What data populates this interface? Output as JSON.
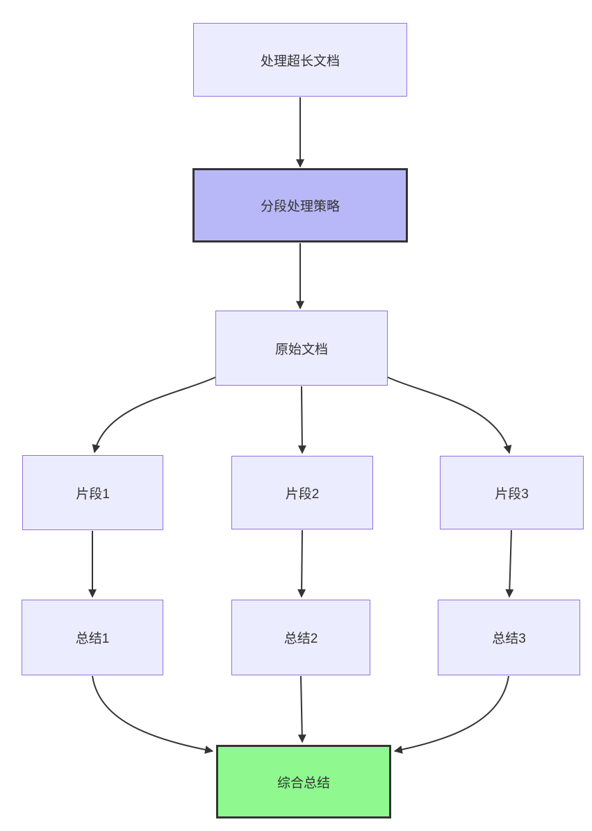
{
  "diagram": {
    "type": "flowchart",
    "direction": "top-down",
    "background": "#ffffff",
    "edge_color": "#333333",
    "colors": {
      "node_fill": "#ECECFF",
      "node_border": "#9370DB",
      "highlight_fill": "#B8B8F8",
      "highlight_border": "#333333",
      "final_fill": "#8FF88F",
      "final_border": "#333333",
      "text": "#333333"
    },
    "nodes": [
      {
        "id": "process-long-doc",
        "label": "处理超长文档",
        "style": "default"
      },
      {
        "id": "segment-strategy",
        "label": "分段处理策略",
        "style": "highlight"
      },
      {
        "id": "original-doc",
        "label": "原始文档",
        "style": "default"
      },
      {
        "id": "fragment-1",
        "label": "片段1",
        "style": "default"
      },
      {
        "id": "fragment-2",
        "label": "片段2",
        "style": "default"
      },
      {
        "id": "fragment-3",
        "label": "片段3",
        "style": "default"
      },
      {
        "id": "summary-1",
        "label": "总结1",
        "style": "default"
      },
      {
        "id": "summary-2",
        "label": "总结2",
        "style": "default"
      },
      {
        "id": "summary-3",
        "label": "总结3",
        "style": "default"
      },
      {
        "id": "final-summary",
        "label": "综合总结",
        "style": "final"
      }
    ],
    "edges": [
      {
        "from": "process-long-doc",
        "to": "segment-strategy"
      },
      {
        "from": "segment-strategy",
        "to": "original-doc"
      },
      {
        "from": "original-doc",
        "to": "fragment-1"
      },
      {
        "from": "original-doc",
        "to": "fragment-2"
      },
      {
        "from": "original-doc",
        "to": "fragment-3"
      },
      {
        "from": "fragment-1",
        "to": "summary-1"
      },
      {
        "from": "fragment-2",
        "to": "summary-2"
      },
      {
        "from": "fragment-3",
        "to": "summary-3"
      },
      {
        "from": "summary-1",
        "to": "final-summary"
      },
      {
        "from": "summary-2",
        "to": "final-summary"
      },
      {
        "from": "summary-3",
        "to": "final-summary"
      }
    ]
  }
}
